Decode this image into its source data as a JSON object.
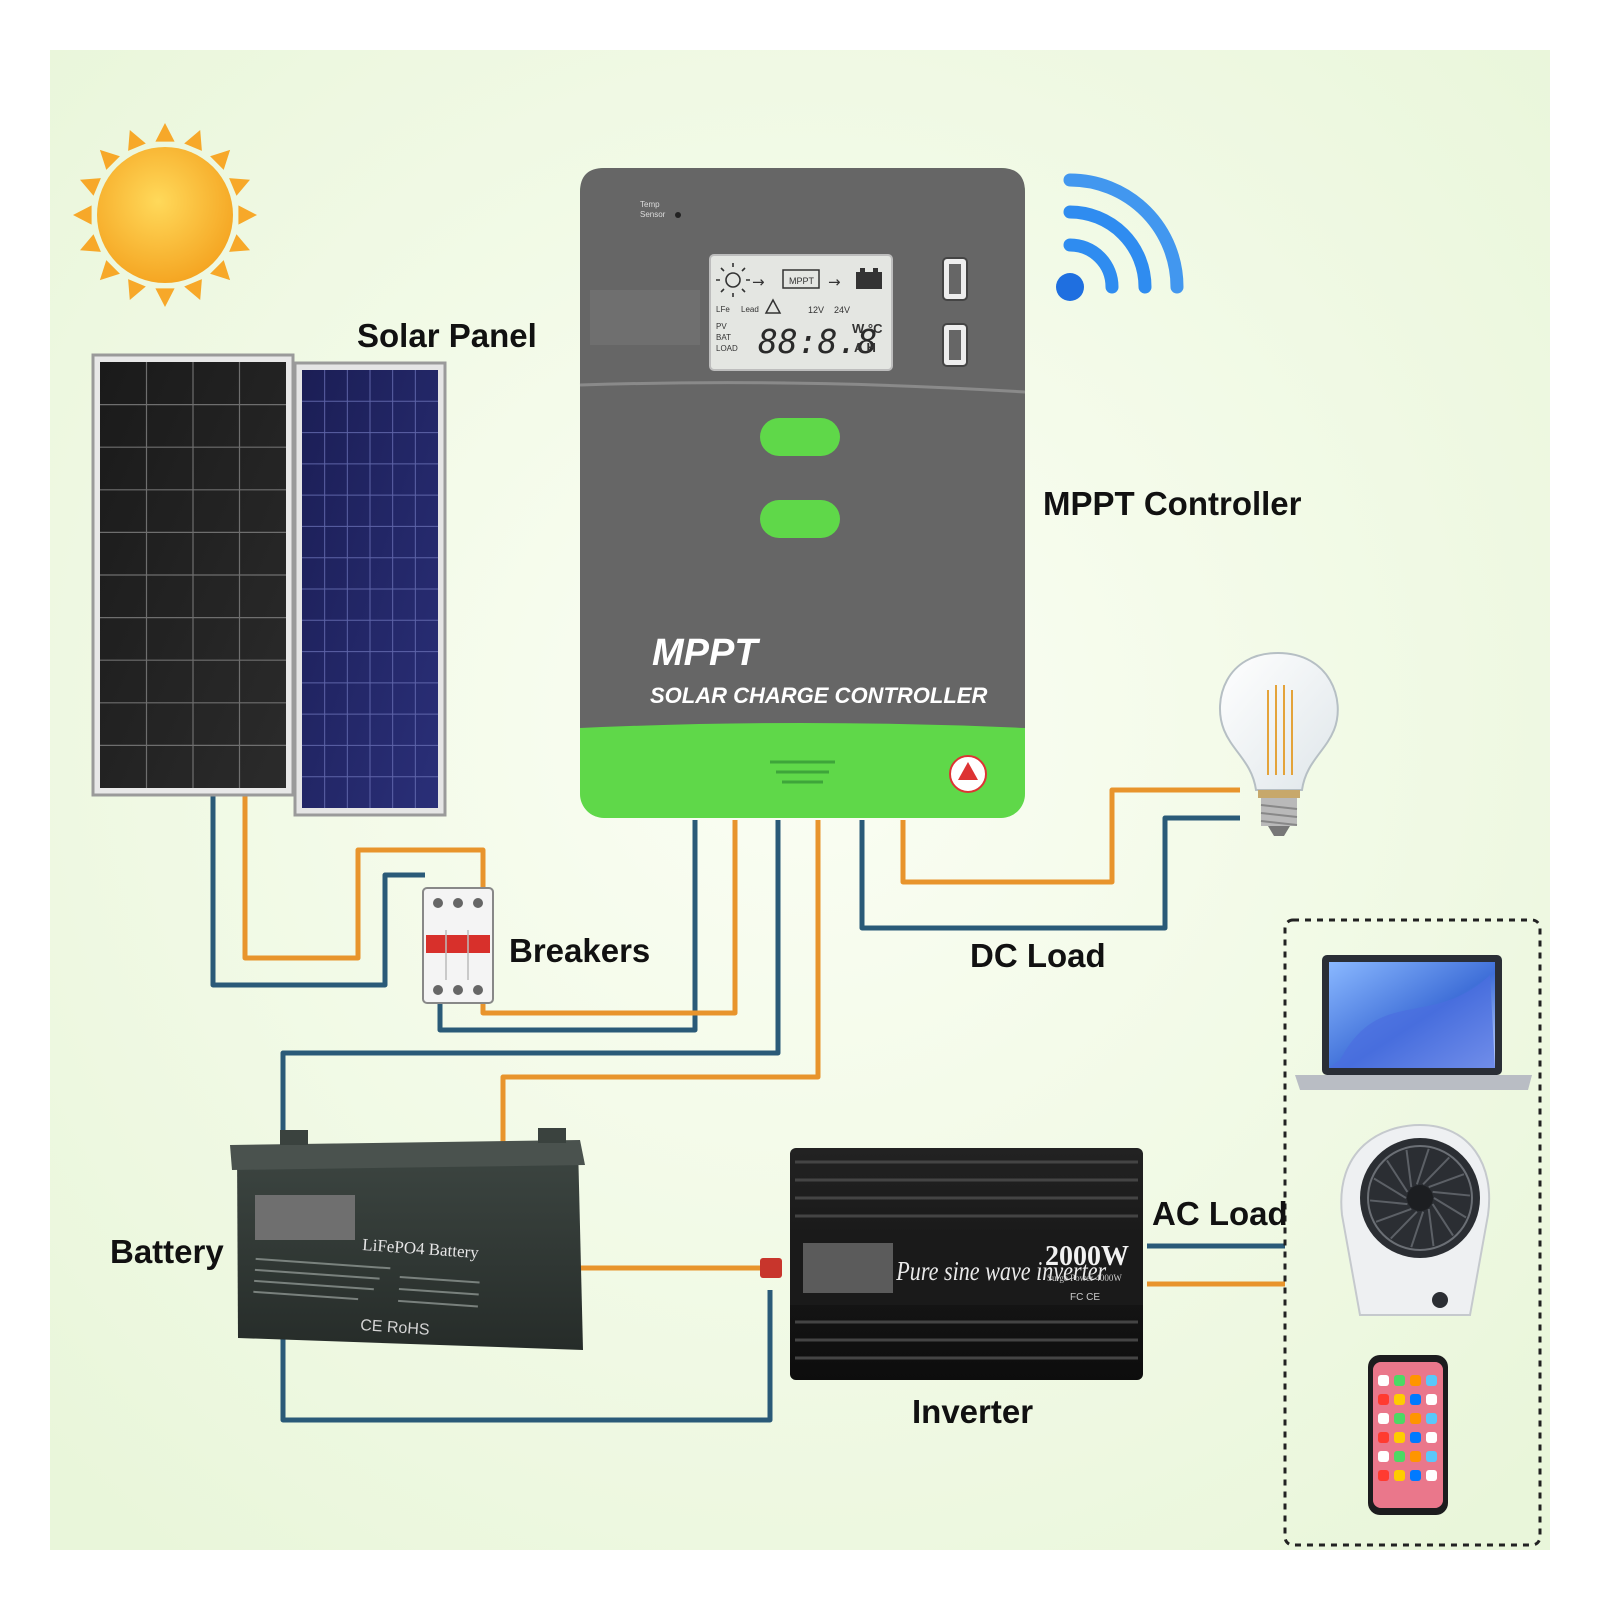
{
  "labels": {
    "solar_panel": "Solar Panel",
    "mppt_controller": "MPPT Controller",
    "breakers": "Breakers",
    "dc_load": "DC Load",
    "battery": "Battery",
    "inverter": "Inverter",
    "ac_load": "AC Load"
  },
  "controller": {
    "brand": "MPPT",
    "subtitle": "SOLAR CHARGE CONTROLLER",
    "temp_sensor": [
      "Temp",
      "Sensor"
    ],
    "lcd": {
      "digits": "88:8.8",
      "units_top": "W °C",
      "units_bottom": "A H",
      "voltages": [
        "12V",
        "24V"
      ],
      "rows": [
        "PV",
        "BAT",
        "LOAD"
      ],
      "mppt_tag": "MPPT",
      "small_tags": [
        "LFe",
        "Lead"
      ]
    }
  },
  "battery_unit": {
    "title": "LiFePO4 Battery",
    "marks": "CE RoHS"
  },
  "inverter_unit": {
    "title": "Pure sine wave inverter",
    "power": "2000W",
    "surge": "Surge Power 4000W",
    "marks": "FC CE"
  },
  "colors": {
    "background": "#f2f9e8",
    "positive_wire": "#e8942c",
    "negative_wire": "#2a5a78",
    "controller_body": "#646464",
    "controller_accent": "#5ed94a",
    "wifi": "#2f8cf0",
    "sun": "#f7b52a"
  },
  "icons": [
    "sun-icon",
    "wifi-icon",
    "usb-port-icon",
    "warning-icon",
    "light-bulb-icon",
    "laptop-icon",
    "fan-icon",
    "smartphone-icon"
  ]
}
